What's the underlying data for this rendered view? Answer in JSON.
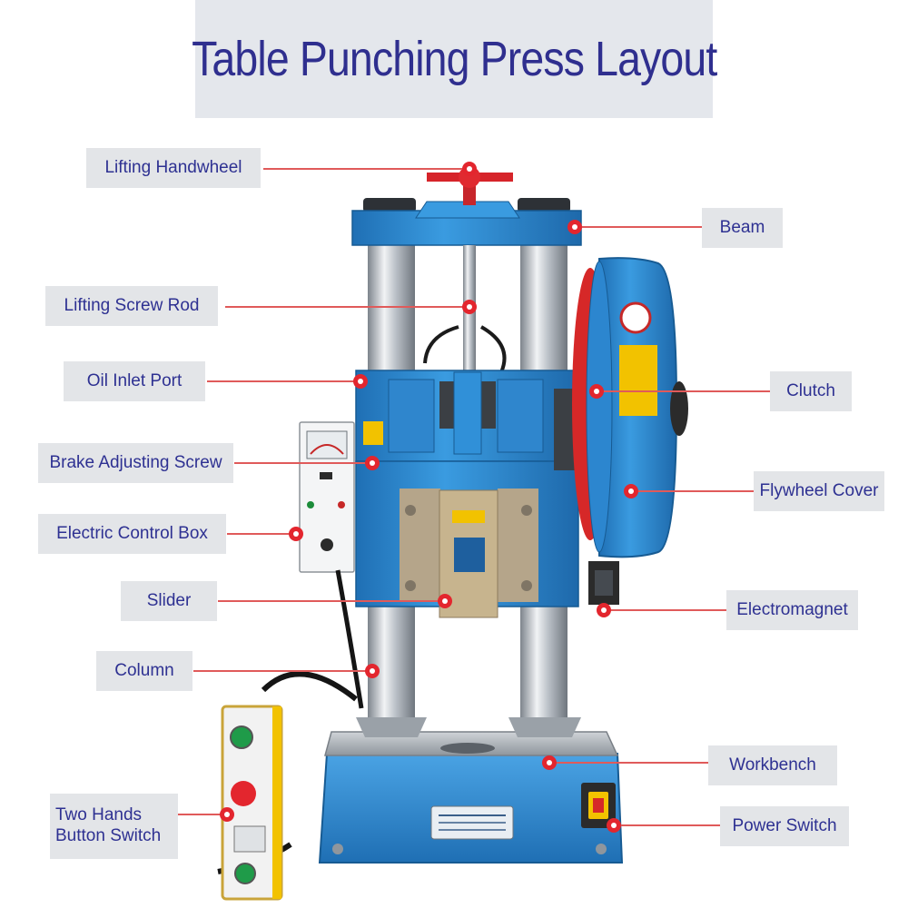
{
  "title": "Table Punching Press Layout",
  "colors": {
    "machine_blue": "#2f8fd6",
    "machine_blue_dark": "#1f6fb4",
    "leader_line": "#e05a5a",
    "marker": "#e3262e",
    "label_text": "#2e3192",
    "label_bg": "#e3e5e8"
  },
  "labels": {
    "lifting_handwheel": "Lifting Handwheel",
    "beam": "Beam",
    "lifting_screw_rod": "Lifting Screw Rod",
    "oil_inlet_port": "Oil Inlet Port",
    "clutch": "Clutch",
    "brake_adjusting_screw": "Brake Adjusting Screw",
    "flywheel_cover": "Flywheel Cover",
    "electric_control_box": "Electric Control Box",
    "slider": "Slider",
    "electromagnet": "Electromagnet",
    "column": "Column",
    "workbench": "Workbench",
    "two_hands_button_switch_line1": "Two Hands",
    "two_hands_button_switch_line2": "Button Switch",
    "power_switch": "Power Switch"
  }
}
